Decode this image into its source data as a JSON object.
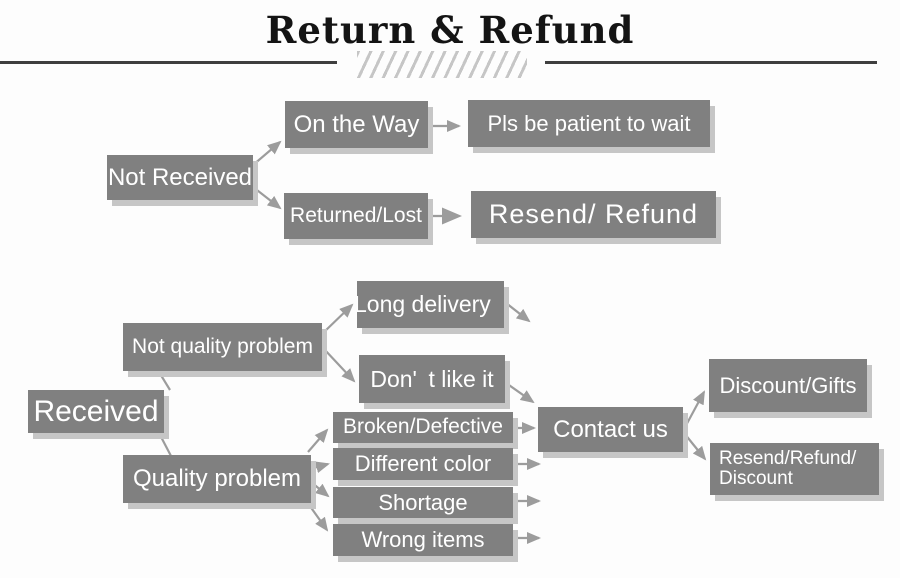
{
  "title": {
    "text": "Return & Refund"
  },
  "colors": {
    "box": "#808080",
    "box_text": "#ffffff",
    "box_shadow": "#c6c6c6",
    "arrow": "#9c9c9c",
    "title_text": "#141414",
    "rule": "#3f3f3f",
    "hatch": "#c6c6c6",
    "background": "#fdfdfd"
  },
  "nodes": {
    "not_received": {
      "label": "Not Received"
    },
    "on_the_way": {
      "label": "On the Way"
    },
    "pls_wait": {
      "label": "Pls be patient to wait"
    },
    "returned_lost": {
      "label": "Returned/Lost"
    },
    "resend_refund": {
      "label": "Resend/ Refund"
    },
    "received": {
      "label": "Received"
    },
    "not_quality_problem": {
      "label": "Not quality problem"
    },
    "long_delivery": {
      "label": "Long delivery"
    },
    "dont_like_it": {
      "label": "Don' t like it"
    },
    "quality_problem": {
      "label": "Quality problem"
    },
    "broken_defective": {
      "label": "Broken/Defective"
    },
    "different_color": {
      "label": "Different color"
    },
    "shortage": {
      "label": "Shortage"
    },
    "wrong_items": {
      "label": "Wrong items"
    },
    "contact_us": {
      "label": "Contact us"
    },
    "discount_gifts": {
      "label": "Discount/Gifts"
    },
    "resend_refund_discount": {
      "line1": "Resend/Refund/",
      "line2": "Discount"
    }
  },
  "edges": [
    {
      "from": "not_received",
      "to": "on_the_way"
    },
    {
      "from": "not_received",
      "to": "returned_lost"
    },
    {
      "from": "on_the_way",
      "to": "pls_wait"
    },
    {
      "from": "returned_lost",
      "to": "resend_refund"
    },
    {
      "from": "received",
      "to": "not_quality_problem"
    },
    {
      "from": "received",
      "to": "quality_problem"
    },
    {
      "from": "not_quality_problem",
      "to": "long_delivery"
    },
    {
      "from": "not_quality_problem",
      "to": "dont_like_it"
    },
    {
      "from": "long_delivery",
      "to": "contact_us"
    },
    {
      "from": "dont_like_it",
      "to": "contact_us"
    },
    {
      "from": "quality_problem",
      "to": "broken_defective"
    },
    {
      "from": "quality_problem",
      "to": "different_color"
    },
    {
      "from": "quality_problem",
      "to": "shortage"
    },
    {
      "from": "quality_problem",
      "to": "wrong_items"
    },
    {
      "from": "broken_defective",
      "to": "contact_us"
    },
    {
      "from": "different_color",
      "to": "contact_us"
    },
    {
      "from": "shortage",
      "to": "contact_us"
    },
    {
      "from": "wrong_items",
      "to": "contact_us"
    },
    {
      "from": "contact_us",
      "to": "discount_gifts"
    },
    {
      "from": "contact_us",
      "to": "resend_refund_discount"
    }
  ]
}
